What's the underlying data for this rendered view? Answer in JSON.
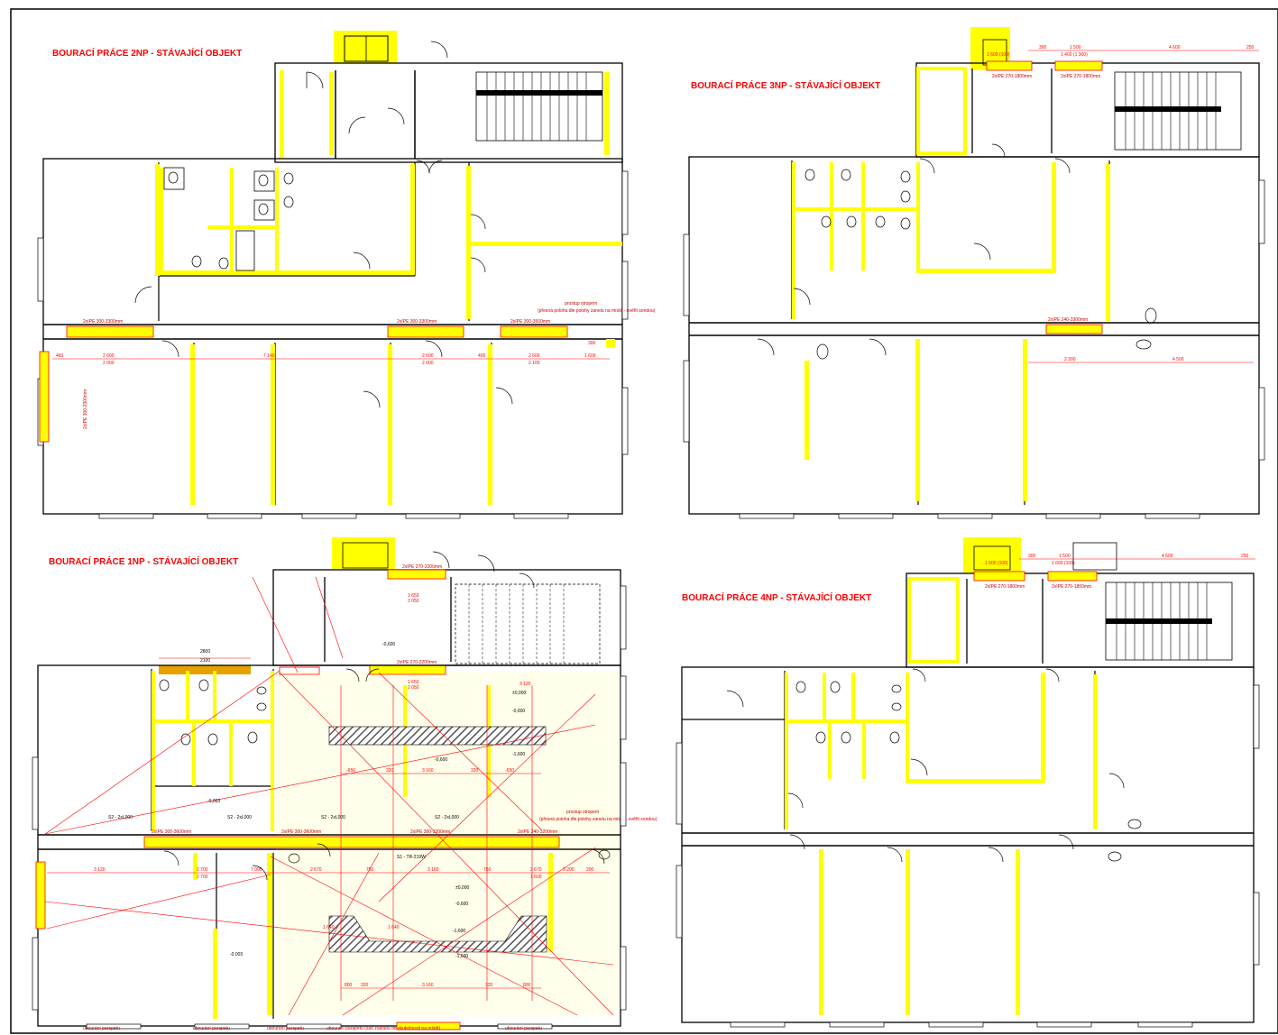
{
  "colors": {
    "wall": "#000000",
    "demolition": "#ffff00",
    "annotation": "#ff0000",
    "new_lintel": "#e8a000",
    "hatch": "#555555",
    "background": "#ffffff"
  },
  "plans": {
    "np2": {
      "title": "BOURACÍ PRÁCE 2NP - STÁVAJÍCÍ OBJEKT",
      "labels": [
        "2xIPE 300-3300mm",
        "2xIPE 300-3300mm",
        "2xIPE 300-3500mm",
        "2xIPE 300-3300mm",
        "prostup stropem",
        "(přesná poloha dle polohy zanelu na místě - ověřit sondou)"
      ],
      "dims": [
        "460",
        "2 600",
        "2 000",
        "7 140",
        "2 600",
        "2 000",
        "400",
        "2 600",
        "2 100",
        "1 600",
        "300"
      ]
    },
    "np3": {
      "title": "BOURACÍ PRÁCE 3NP - STÁVAJÍCÍ OBJEKT",
      "labels": [
        "2xIPE 270-1800mm",
        "2xIPE 270-1800mm",
        "2xIPE 240-3300mm"
      ],
      "dims": [
        "300",
        "1 500",
        "1 400 (1 300)",
        "4 600",
        "250",
        "1 600 (100)",
        "2 300",
        "4 500"
      ]
    },
    "np1": {
      "title": "BOURACÍ PRÁCE 1NP - STÁVAJÍCÍ OBJEKT",
      "labels": [
        "2xIPE 270-2200mm",
        "2xIPE 270-2200mm",
        "2xIPE 300-3600mm",
        "2xIPE 300-3600mm",
        "2xIPE 300-3200mm",
        "2xIPE 240-3200mm",
        "S1 - TR-219W",
        "S2 - 2xL000",
        "S2 - 2xL000",
        "S2 - 2xL000",
        "S2 - 2xL000",
        "prostup stropem",
        "(přesná poloha dle polohy zanelu na místě - ověřit sondou)",
        "±0,000",
        "-0,600",
        "-1,600",
        "-0,600",
        "-0,600",
        "-1,600",
        "±0,000",
        "-0,600",
        "-1,600",
        "-0,003",
        "-0,003"
      ],
      "dims": [
        "2800",
        "2100",
        "1 650",
        "2 050",
        "1 650",
        "2 050",
        "3 120",
        "-650",
        "320",
        "3 160",
        "320",
        "-650",
        "3 120",
        "2 700",
        "2 700",
        "7 000",
        "2 670",
        "750",
        "3 160",
        "750",
        "2 670",
        "1 600",
        "3 200",
        "200",
        "1 640",
        "1 640",
        "800",
        "320",
        "3 160",
        "320",
        "800"
      ],
      "bottom_notes": [
        "ubourání parapetu",
        "ubourání parapetu",
        "ubourání parapetu",
        "ubourání parapetu (šatí základu do skutečnosti na místě)",
        "ubourání parapetu"
      ]
    },
    "np4": {
      "title": "BOURACÍ PRÁCE 4NP - STÁVAJÍCÍ OBJEKT",
      "labels": [
        "2xIPE 270-1800mm",
        "2xIPE 270-1800mm"
      ],
      "dims": [
        "300",
        "1 500",
        "1 600 (100)",
        "4 600",
        "250",
        "1 600 (100)"
      ]
    }
  }
}
